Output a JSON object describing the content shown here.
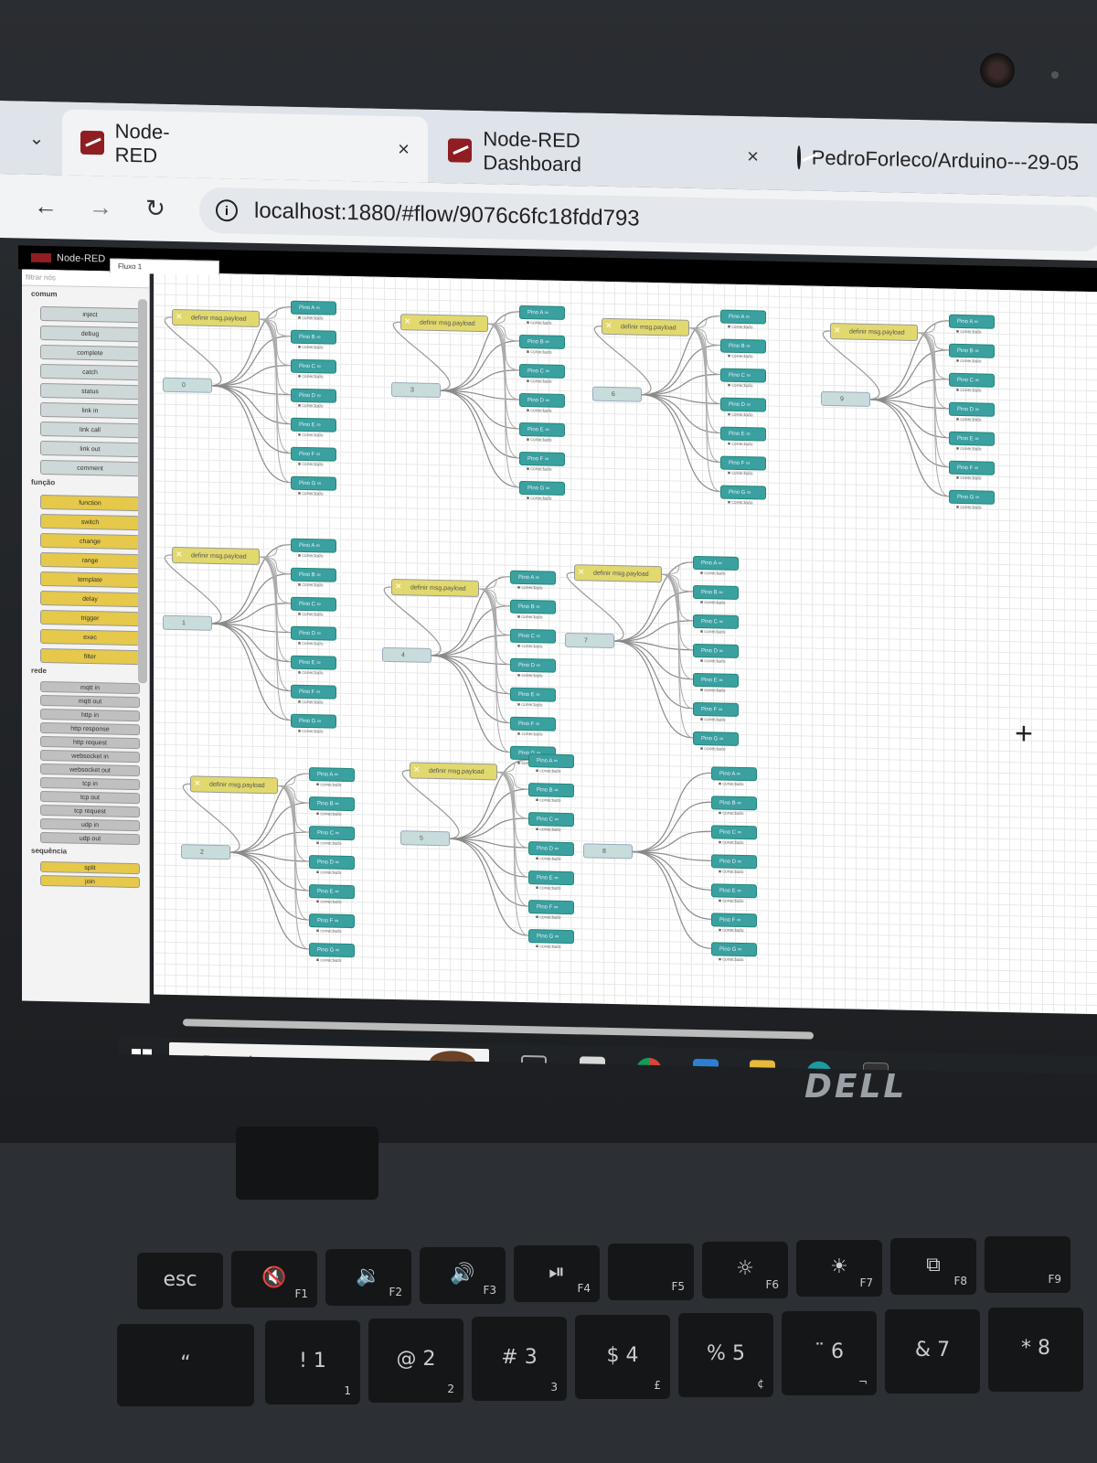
{
  "browser": {
    "tabs": [
      {
        "title": "Node-RED",
        "active": true,
        "icon": "node-red-icon"
      },
      {
        "title": "Node-RED Dashboard",
        "active": false,
        "icon": "node-red-icon"
      },
      {
        "title": "PedroForleco/Arduino---29-05",
        "active": false,
        "icon": "github-icon"
      }
    ],
    "close_glyph": "×",
    "url": "localhost:1880/#flow/9076c6fc18fdd793"
  },
  "nodered": {
    "header_title": "Node-RED",
    "flow_tab": "Fluxo 1",
    "palette": {
      "filter_placeholder": "filtrar nós",
      "categories": [
        {
          "name": "comum",
          "nodes": [
            "inject",
            "debug",
            "complete",
            "catch",
            "status",
            "link in",
            "link call",
            "link out",
            "comment"
          ]
        },
        {
          "name": "função",
          "nodes": [
            "function",
            "switch",
            "change",
            "range",
            "template",
            "delay",
            "trigger",
            "exec",
            "filter"
          ]
        },
        {
          "name": "rede",
          "nodes": [
            "mqtt in",
            "mqtt out",
            "http in",
            "http response",
            "http request",
            "websocket in",
            "websocket out",
            "tcp in",
            "tcp out",
            "tcp request",
            "udp in",
            "udp out"
          ]
        },
        {
          "name": "sequência",
          "nodes": [
            "split",
            "join"
          ]
        }
      ]
    },
    "groups": [
      {
        "change": "definir msg.payload",
        "inject": "0",
        "outputs": [
          "Pino A",
          "Pino B",
          "Pino C",
          "Pino D",
          "Pino E",
          "Pino F",
          "Pino G"
        ]
      },
      {
        "change": "definir msg.payload",
        "inject": "3",
        "outputs": [
          "Pino A",
          "Pino B",
          "Pino C",
          "Pino D",
          "Pino E",
          "Pino F",
          "Pino G"
        ]
      },
      {
        "change": "definir msg.payload",
        "inject": "6",
        "outputs": [
          "Pino A",
          "Pino B",
          "Pino C",
          "Pino D",
          "Pino E",
          "Pino F",
          "Pino G"
        ]
      },
      {
        "change": "definir msg.payload",
        "inject": "9",
        "outputs": [
          "Pino A",
          "Pino B",
          "Pino C",
          "Pino D",
          "Pino E",
          "Pino F",
          "Pino G"
        ]
      },
      {
        "change": "definir msg.payload",
        "inject": "1",
        "outputs": [
          "Pino A",
          "Pino B",
          "Pino C",
          "Pino D",
          "Pino E",
          "Pino F",
          "Pino G"
        ]
      },
      {
        "change": "definir msg.payload",
        "inject": "4",
        "outputs": [
          "Pino A",
          "Pino B",
          "Pino C",
          "Pino D",
          "Pino E",
          "Pino F",
          "Pino G"
        ]
      },
      {
        "change": "definir msg.payload",
        "inject": "7",
        "outputs": [
          "Pino A",
          "Pino B",
          "Pino C",
          "Pino D",
          "Pino E",
          "Pino F",
          "Pino G"
        ]
      },
      {
        "change": "definir msg.payload",
        "inject": "2",
        "outputs": [
          "Pino A",
          "Pino B",
          "Pino C",
          "Pino D",
          "Pino E",
          "Pino F",
          "Pino G"
        ]
      },
      {
        "change": "definir msg.payload",
        "inject": "5",
        "outputs": [
          "Pino A",
          "Pino B",
          "Pino C",
          "Pino D",
          "Pino E",
          "Pino F",
          "Pino G"
        ]
      },
      {
        "change": "",
        "inject": "8",
        "outputs": [
          "Pino A",
          "Pino B",
          "Pino C",
          "Pino D",
          "Pino E",
          "Pino F",
          "Pino G"
        ]
      }
    ],
    "status_text": "conectado"
  },
  "taskbar": {
    "search_label": "Pesquisar",
    "icons": [
      "task-view-icon",
      "store-icon",
      "chrome-icon",
      "mail-icon",
      "file-explorer-icon",
      "arduino-icon",
      "terminal-icon"
    ]
  },
  "laptop": {
    "brand": "DELL",
    "keys_fn": [
      {
        "main": "esc",
        "sub": ""
      },
      {
        "main": "🔇",
        "sub": "F1"
      },
      {
        "main": "🔉",
        "sub": "F2"
      },
      {
        "main": "🔊",
        "sub": "F3"
      },
      {
        "main": "⏯",
        "sub": "F4"
      },
      {
        "main": "",
        "sub": "F5"
      },
      {
        "main": "☼",
        "sub": "F6"
      },
      {
        "main": "☀",
        "sub": "F7"
      },
      {
        "main": "⧉",
        "sub": "F8"
      },
      {
        "main": "",
        "sub": "F9"
      }
    ],
    "keys_num": [
      {
        "main": "“",
        "sub": ""
      },
      {
        "main": "! 1",
        "sub": "1"
      },
      {
        "main": "@ 2",
        "sub": "2"
      },
      {
        "main": "# 3",
        "sub": "3"
      },
      {
        "main": "$ 4",
        "sub": "£"
      },
      {
        "main": "% 5",
        "sub": "¢"
      },
      {
        "main": "¨ 6",
        "sub": "¬"
      },
      {
        "main": "& 7",
        "sub": ""
      },
      {
        "main": "* 8",
        "sub": ""
      }
    ]
  },
  "colors": {
    "change_node": "#e2d96e",
    "inject_node": "#c9dcdc",
    "output_node": "#3aa0a0",
    "nodered_accent": "#8f1d21"
  }
}
